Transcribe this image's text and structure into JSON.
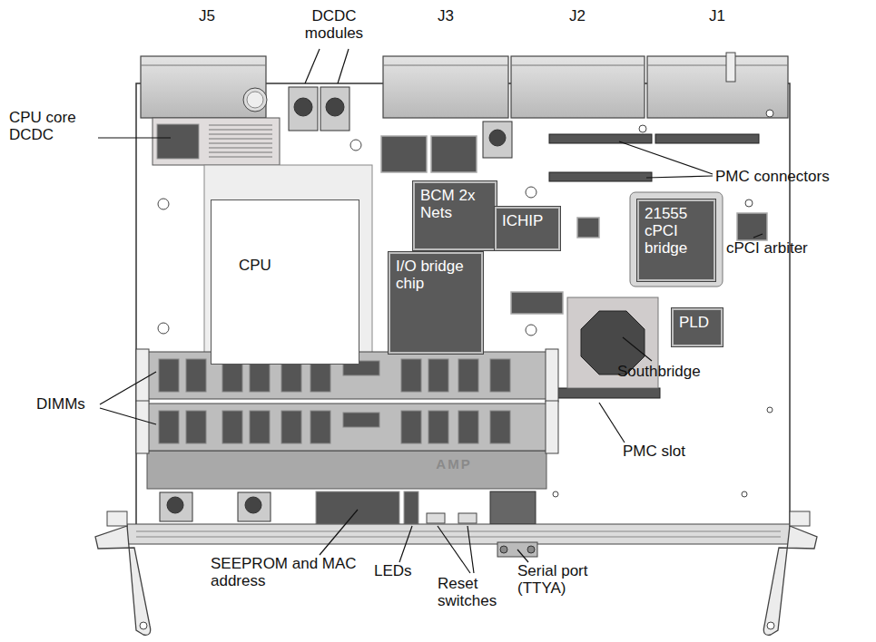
{
  "diagram": {
    "nodes": [
      {
        "text": [
          "BCM 2x Nets"
        ]
      },
      {
        "text": [
          "ICHIP"
        ]
      },
      {
        "text": [
          "21555 cPCI bridge"
        ]
      },
      {
        "text": [
          "CPU"
        ]
      },
      {
        "text": [
          "I/O bridge chip"
        ]
      },
      {
        "text": [
          "PLD"
        ]
      }
    ],
    "labels": [
      "J5",
      "DCDC modules",
      "J3",
      "J2",
      "J1",
      "CPU core DCDC",
      "PMC connectors",
      "cPCI arbiter",
      "Southbridge",
      "DIMMs",
      "AMP",
      "PMC slot",
      "SEEPROM and MAC address",
      "LEDs",
      "Reset switches",
      "Serial port (TTYA)"
    ]
  }
}
